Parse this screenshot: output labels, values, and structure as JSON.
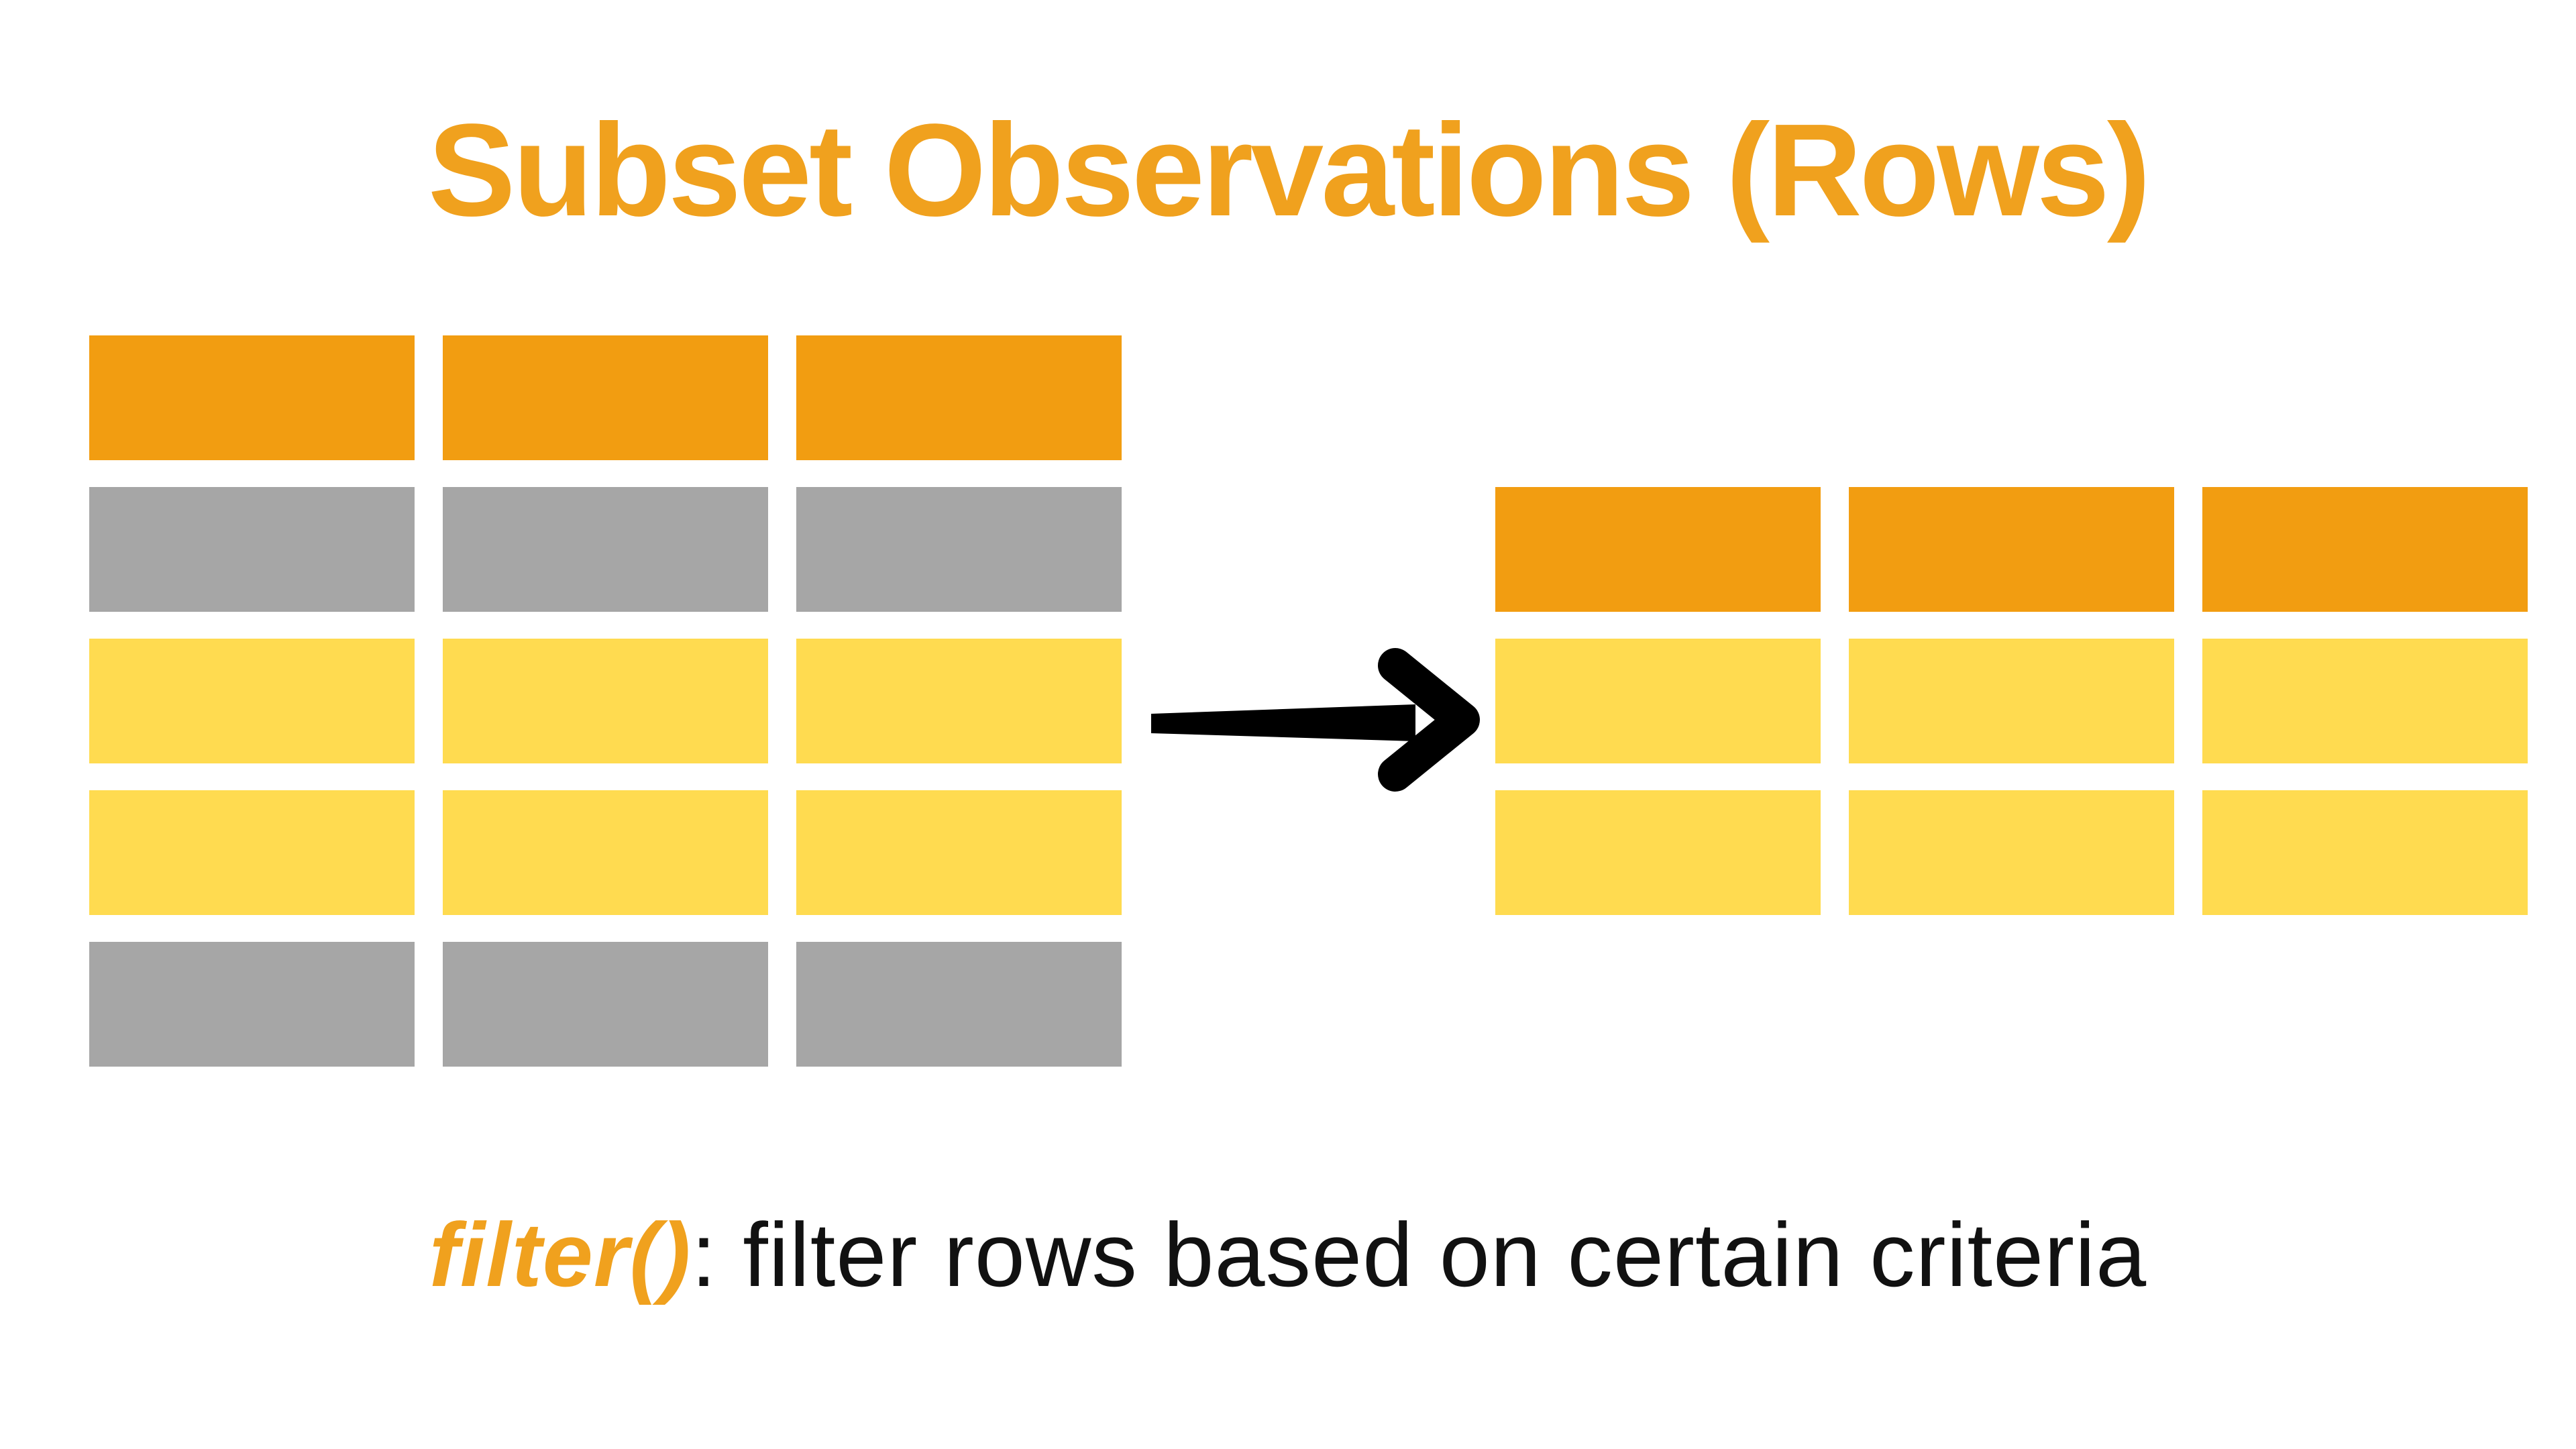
{
  "title": {
    "text": "Subset Observations (Rows)",
    "color": "#F0A11E"
  },
  "caption": {
    "code": "filter()",
    "separator": ": ",
    "text": "filter rows based on certain criteria",
    "code_color": "#F0A11E",
    "text_color": "#111111"
  },
  "icons": {
    "arrow": "right-arrow-icon"
  },
  "colors": {
    "background": "#FFFFFF",
    "header_row": "#F29D11",
    "kept_row": "#FFDB50",
    "excluded_row": "#A6A6A6",
    "arrow": "#000000"
  },
  "source_table": {
    "columns": 3,
    "row_colors": [
      "header_row",
      "excluded_row",
      "kept_row",
      "kept_row",
      "excluded_row"
    ]
  },
  "result_table": {
    "columns": 3,
    "row_colors": [
      "header_row",
      "kept_row",
      "kept_row"
    ]
  }
}
